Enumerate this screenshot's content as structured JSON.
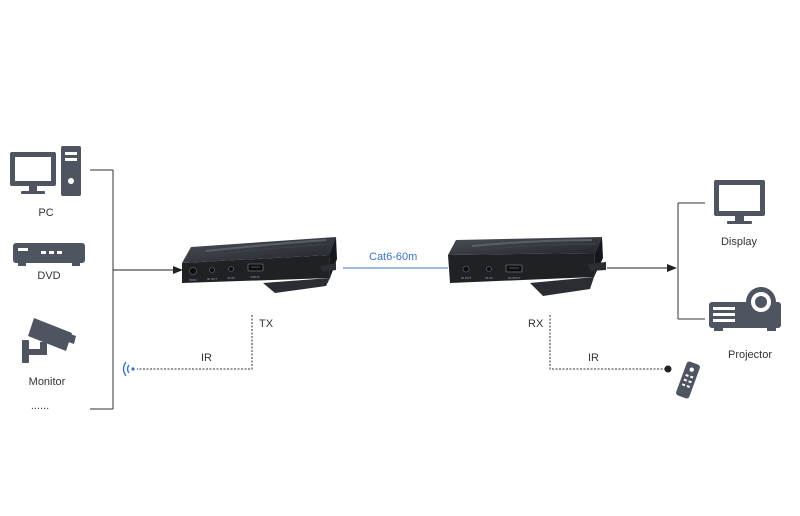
{
  "colors": {
    "device_icon": "#4e5560",
    "line": "#333333",
    "cable": "#3a73c8",
    "extender_body": "#2b2e33"
  },
  "sources": [
    {
      "label": "PC",
      "icon": "desktop-pc-icon"
    },
    {
      "label": "DVD",
      "icon": "dvd-player-icon"
    },
    {
      "label": "Monitor",
      "icon": "cctv-camera-icon"
    },
    {
      "label": "......",
      "icon": ""
    }
  ],
  "transmitter": {
    "label": "TX",
    "ir_label": "IR",
    "ir_icon": "ir-receiver-wave-icon"
  },
  "receiver": {
    "label": "RX",
    "ir_label": "IR",
    "ir_icon": "remote-control-icon"
  },
  "cable": {
    "label": "Cat6-60m"
  },
  "outputs": [
    {
      "label": "Display",
      "icon": "monitor-display-icon"
    },
    {
      "label": "Projector",
      "icon": "projector-icon"
    }
  ],
  "tx_port_labels": [
    "EDID",
    "IR OUT",
    "IR IN",
    "INPUT"
  ],
  "rx_port_labels": [
    "IR OUT",
    "IR IN",
    "OUTPUT"
  ]
}
